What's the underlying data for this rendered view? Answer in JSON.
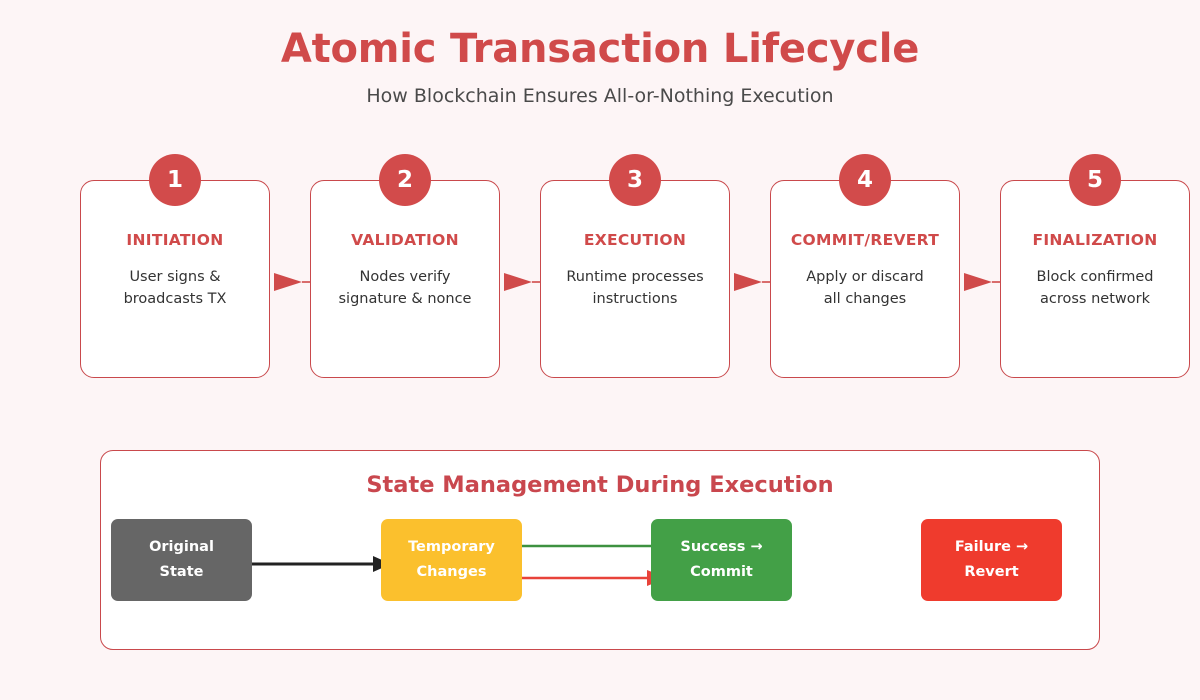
{
  "header": {
    "title": "Atomic Transaction Lifecycle",
    "subtitle": "How Blockchain Ensures All-or-Nothing Execution"
  },
  "colors": {
    "background": "#fdf5f6",
    "accent_red": "#d04a4a",
    "card_border": "#c9494c",
    "badge": "#d24b4b",
    "panel_title": "#c9474e",
    "original_state": "#666666",
    "temporary_changes": "#fbc02d",
    "success_commit": "#43a047",
    "failure_revert": "#ef3b2d",
    "success_line": "#3d9140",
    "failure_line": "#e8433a",
    "flow_line": "#222222"
  },
  "stages": [
    {
      "number": "1",
      "heading": "INITIATION",
      "description": "User signs &\nbroadcasts TX"
    },
    {
      "number": "2",
      "heading": "VALIDATION",
      "description": "Nodes verify\nsignature & nonce"
    },
    {
      "number": "3",
      "heading": "EXECUTION",
      "description": "Runtime processes\ninstructions"
    },
    {
      "number": "4",
      "heading": "COMMIT/REVERT",
      "description": "Apply or discard\nall changes"
    },
    {
      "number": "5",
      "heading": "FINALIZATION",
      "description": "Block confirmed\nacross network"
    }
  ],
  "state_panel": {
    "title": "State Management During Execution",
    "boxes": [
      {
        "line1": "Original",
        "line2": "State"
      },
      {
        "line1": "Temporary",
        "line2": "Changes"
      },
      {
        "line1": "Success →",
        "line2": "Commit"
      },
      {
        "line1": "Failure →",
        "line2": "Revert"
      }
    ]
  }
}
